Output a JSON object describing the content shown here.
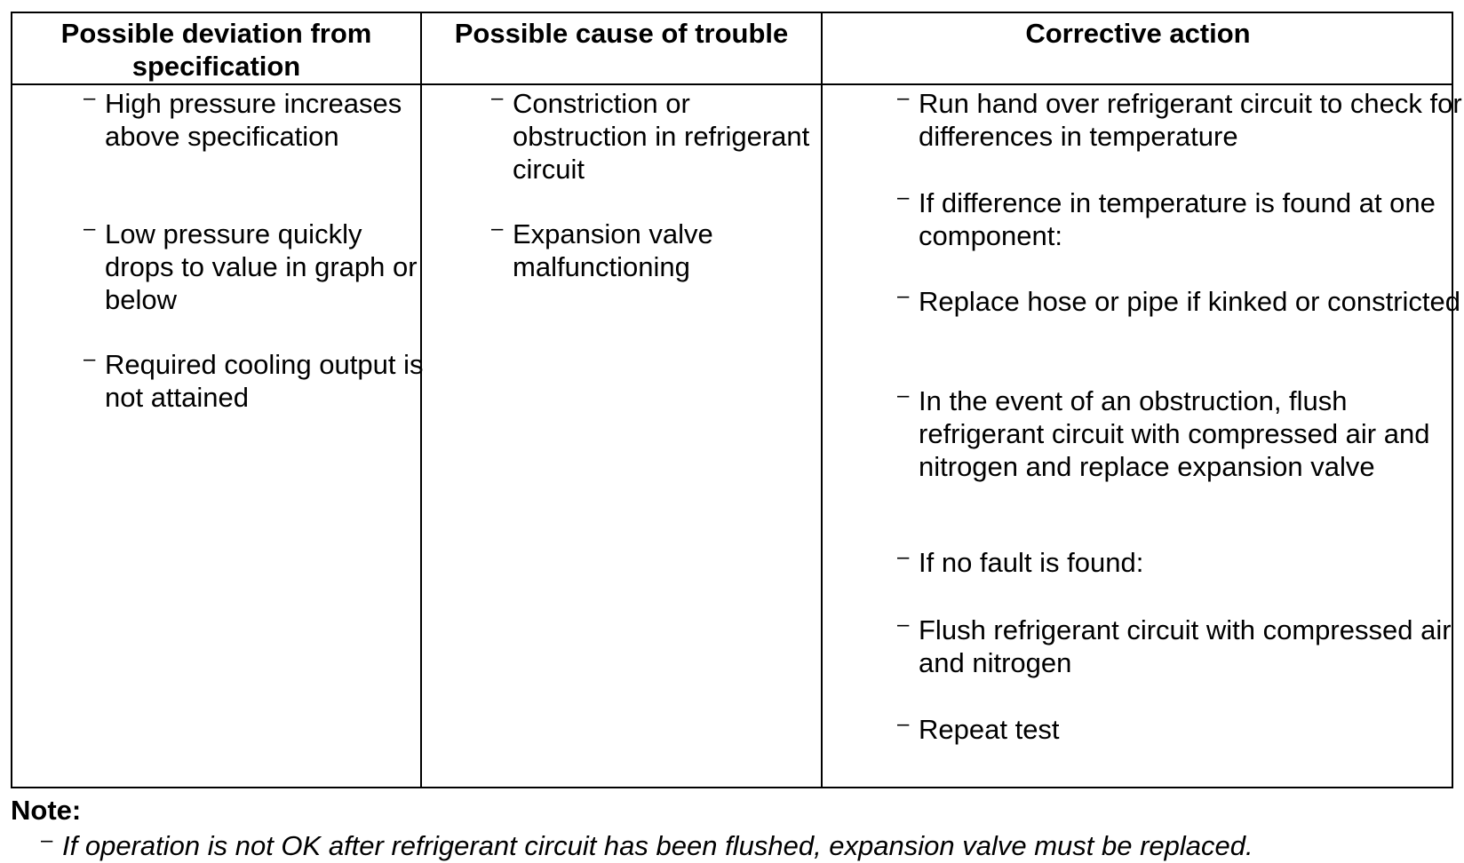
{
  "table": {
    "headers": [
      "Possible deviation from specification",
      "Possible cause of trouble",
      "Corrective action"
    ],
    "deviations": [
      "High pressure increases above specification",
      "Low pressure quickly drops to value in graph or below",
      "Required cooling output is not attained"
    ],
    "causes": [
      "Constriction or obstruction in refrigerant circuit",
      "Expansion valve malfunctioning"
    ],
    "actions": [
      "Run hand over refrigerant circuit to check for differences in temperature",
      "If difference in temperature is found at one component:",
      "Replace hose or pipe if kinked or constricted",
      "In the event of an obstruction, flush refrigerant circuit with compressed air and nitrogen and replace expansion valve",
      "If no fault is found:",
      "Flush refrigerant circuit with compressed air and nitrogen",
      "Repeat test"
    ]
  },
  "note": {
    "title": "Note:",
    "text": "If operation is not OK after refrigerant circuit has been flushed, expansion valve must be replaced."
  }
}
